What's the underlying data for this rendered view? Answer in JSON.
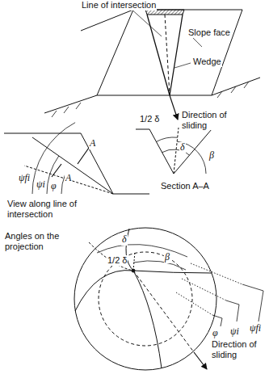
{
  "diagram": {
    "labels": [
      "Line of intersection",
      "Slope face",
      "Wedge",
      "Direction of sliding",
      "A",
      "A",
      "ψfi",
      "ψi",
      "φ",
      "View along line of intersection",
      "1/2 δ",
      "δ",
      "β",
      "Section A–A",
      "δ",
      "1/2 δ",
      "β",
      "Angles on the projection",
      "ψfi",
      "ψi",
      "φ",
      "Direction of sliding"
    ]
  }
}
